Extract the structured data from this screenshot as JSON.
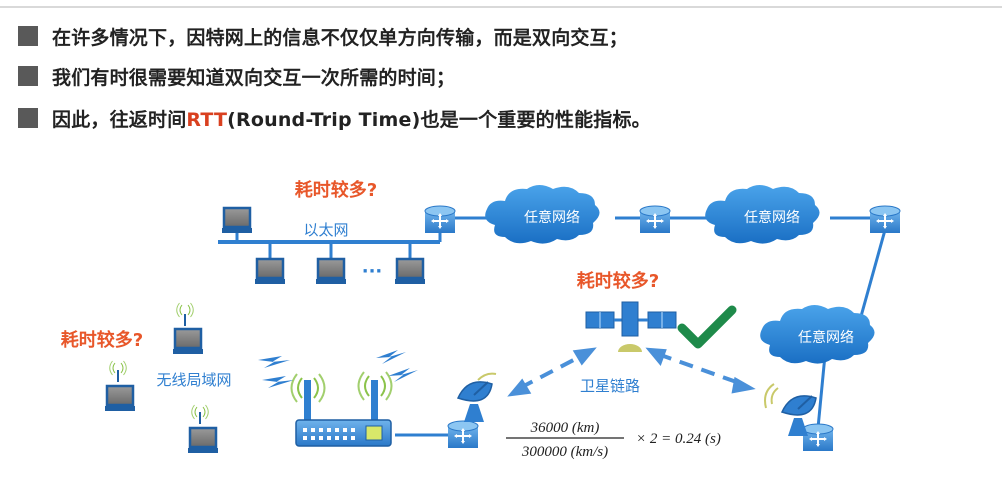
{
  "bullets": [
    {
      "text": "在许多情况下，因特网上的信息不仅仅单方向传输，而是双向交互；"
    },
    {
      "text": "我们有时很需要知道双向交互一次所需的时间；"
    },
    {
      "pre": "因此，往返时间",
      "rtt": "RTT",
      "post": "(Round-Trip Time)也是一个重要的性能指标。"
    }
  ],
  "diagram": {
    "question_ethernet": "耗时较多?",
    "question_satellite": "耗时较多?",
    "question_wlan": "耗时较多?",
    "ethernet_label": "以太网",
    "ellipsis": "···",
    "cloud_label": "任意网络",
    "wlan_label": "无线局域网",
    "satellite_label": "卫星链路",
    "formula": {
      "numerator": "36000  (km)",
      "denominator": "300000  (km/s)",
      "rest": "×  2  =  0.24  (s)"
    }
  },
  "colors": {
    "accent_red": "#e8572a",
    "link_blue": "#2f7fd0",
    "cloud_blue": "#2b86d8",
    "check_green": "#1e8a4a"
  }
}
